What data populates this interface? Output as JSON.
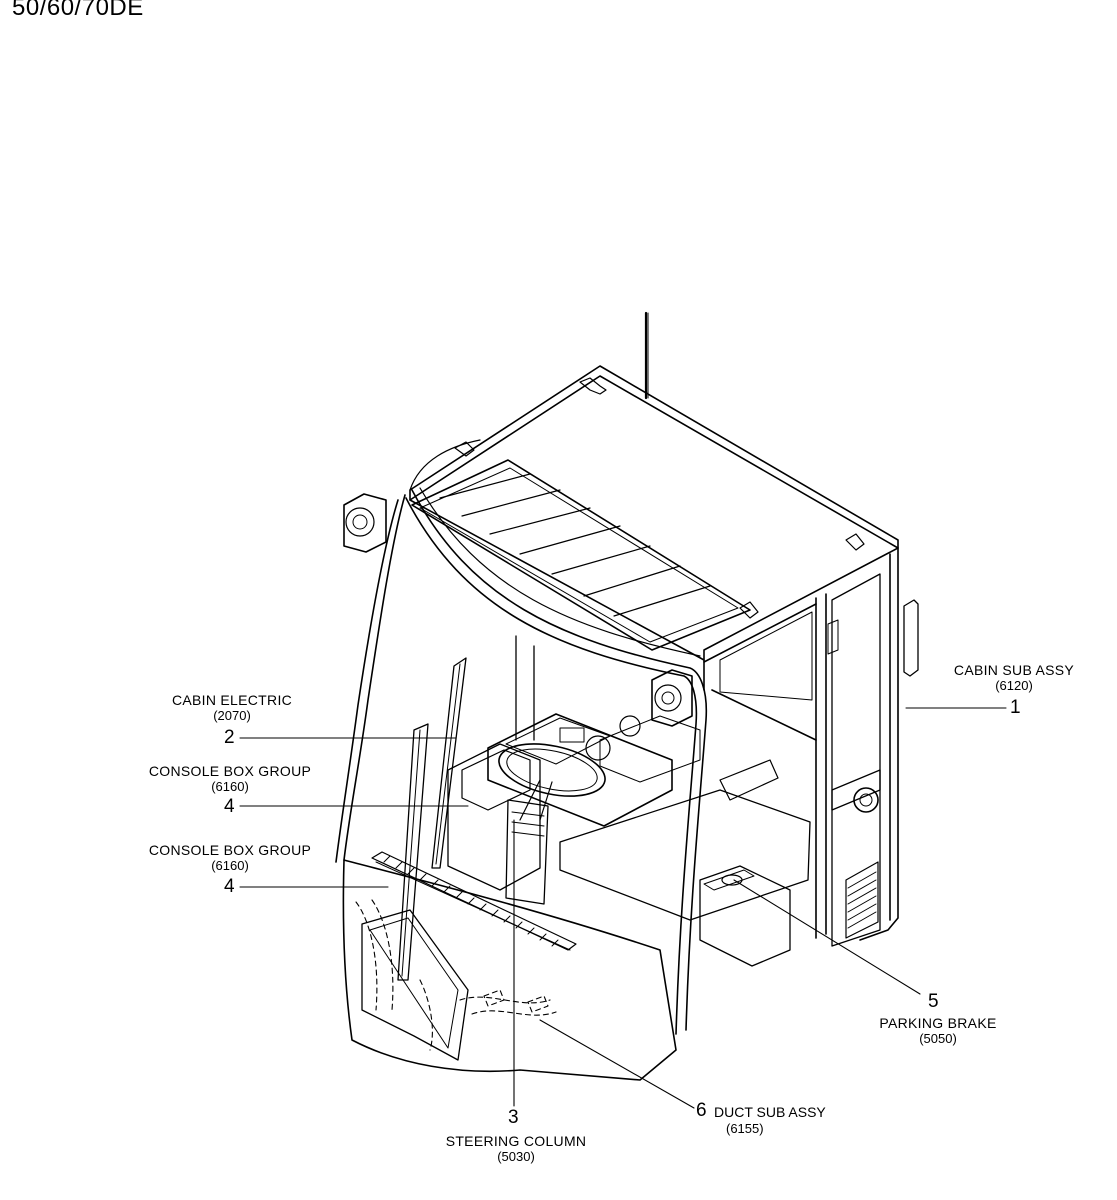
{
  "header": {
    "model": "50/60/70DE"
  },
  "callouts": [
    {
      "id": "cabin-sub-assy",
      "number": "1",
      "name": "CABIN SUB ASSY",
      "code": "(6120)"
    },
    {
      "id": "cabin-electric",
      "number": "2",
      "name": "CABIN ELECTRIC",
      "code": "(2070)"
    },
    {
      "id": "steering-column",
      "number": "3",
      "name": "STEERING COLUMN",
      "code": "(5030)"
    },
    {
      "id": "console-box-group-a",
      "number": "4",
      "name": "CONSOLE BOX GROUP",
      "code": "(6160)"
    },
    {
      "id": "console-box-group-b",
      "number": "4",
      "name": "CONSOLE BOX GROUP",
      "code": "(6160)"
    },
    {
      "id": "parking-brake",
      "number": "5",
      "name": "PARKING BRAKE",
      "code": "(5050)"
    },
    {
      "id": "duct-sub-assy",
      "number": "6",
      "name": "DUCT SUB ASSY",
      "code": "(6155)"
    }
  ]
}
